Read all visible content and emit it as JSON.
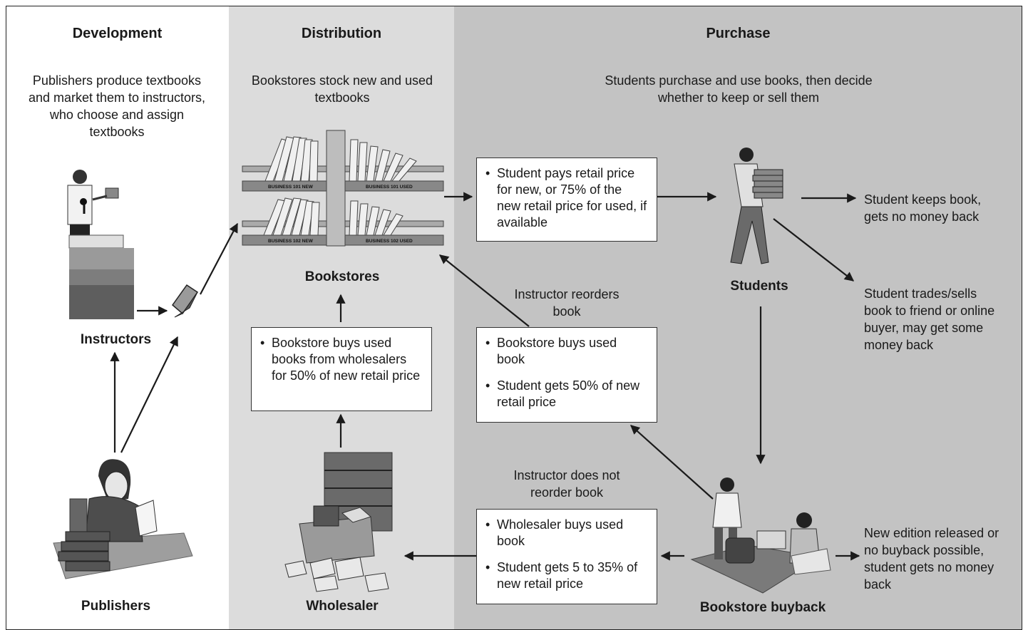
{
  "columns": {
    "development": {
      "title": "Development",
      "description": "Publishers produce textbooks and market them to instructors, who choose and assign textbooks"
    },
    "distribution": {
      "title": "Distribution",
      "description": "Bookstores stock new and used textbooks"
    },
    "purchase": {
      "title": "Purchase",
      "description": "Students purchase and use books, then decide whether to keep or sell them"
    }
  },
  "actors": {
    "instructors": "Instructors",
    "publishers": "Publishers",
    "bookstores": "Bookstores",
    "wholesaler": "Wholesaler",
    "students": "Students",
    "bookstore_buyback": "Bookstore buyback"
  },
  "shelf_labels": {
    "top_left": "BUSINESS 101   NEW",
    "top_right": "BUSINESS 101   USED",
    "bottom_left": "BUSINESS 102   NEW",
    "bottom_right": "BUSINESS 102   USED"
  },
  "boxes": {
    "student_pays": [
      "Student pays retail price for new, or 75% of the new retail price for used, if available"
    ],
    "bookstore_from_wholesaler": [
      "Bookstore buys used books from wholesalers for 50% of new retail price"
    ],
    "reorder": [
      "Bookstore buys used book",
      "Student gets 50% of new retail price"
    ],
    "no_reorder": [
      "Wholesaler buys used book",
      "Student gets 5 to 35% of new retail price"
    ]
  },
  "annotations": {
    "instructor_reorders": "Instructor reorders book",
    "instructor_not_reorder": "Instructor does not reorder book"
  },
  "outcomes": {
    "keeps": "Student keeps book, gets no money back",
    "trades": "Student trades/sells book to friend or online buyer, may get some money back",
    "new_edition": "New edition released or no buyback possible, student gets no money back"
  },
  "colors": {
    "development_bg": "#ffffff",
    "distribution_bg": "#dcdcdc",
    "purchase_bg": "#c3c3c3",
    "ink": "#1a1a1a"
  }
}
